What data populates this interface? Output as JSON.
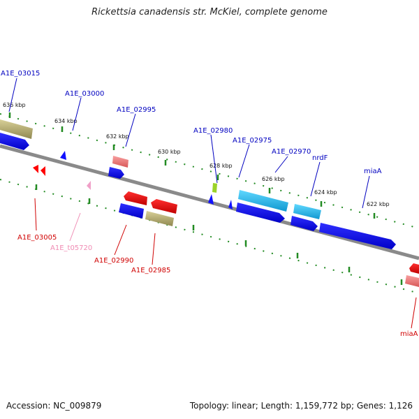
{
  "title": "Rickettsia canadensis str. McKiel, complete genome",
  "footer": {
    "accession": "Accession: NC_009879",
    "summary": "Topology: linear; Length: 1,159,772 bp; Genes: 1,126"
  },
  "colors": {
    "backbone": "#808080",
    "scale_ticks": "#228b22",
    "label_blue": "#0000c0",
    "label_red": "#d00000",
    "label_pink": "#f08cb4",
    "cds_blue": "#0000ff",
    "cds_cyan": "#20b4e8",
    "cds_red": "#ff0000",
    "cds_salmon": "#f07878",
    "cds_olive": "#b8b070"
  },
  "scale_labels": [
    "636 kbp",
    "634 kbp",
    "632 kbp",
    "630 kbp",
    "628 kbp",
    "626 kbp",
    "624 kbp",
    "622 kbp"
  ],
  "gene_labels": {
    "A1E_03015": "A1E_03015",
    "A1E_03000": "A1E_03000",
    "A1E_02995": "A1E_02995",
    "A1E_02980": "A1E_02980",
    "A1E_02975": "A1E_02975",
    "A1E_02970": "A1E_02970",
    "nrdF": "nrdF",
    "miaA_top": "miaA",
    "A1E_03005": "A1E_03005",
    "A1E_t05720": "A1E_t05720",
    "A1E_02990": "A1E_02990",
    "A1E_02985": "A1E_02985",
    "miaA_bottom": "miaA"
  }
}
